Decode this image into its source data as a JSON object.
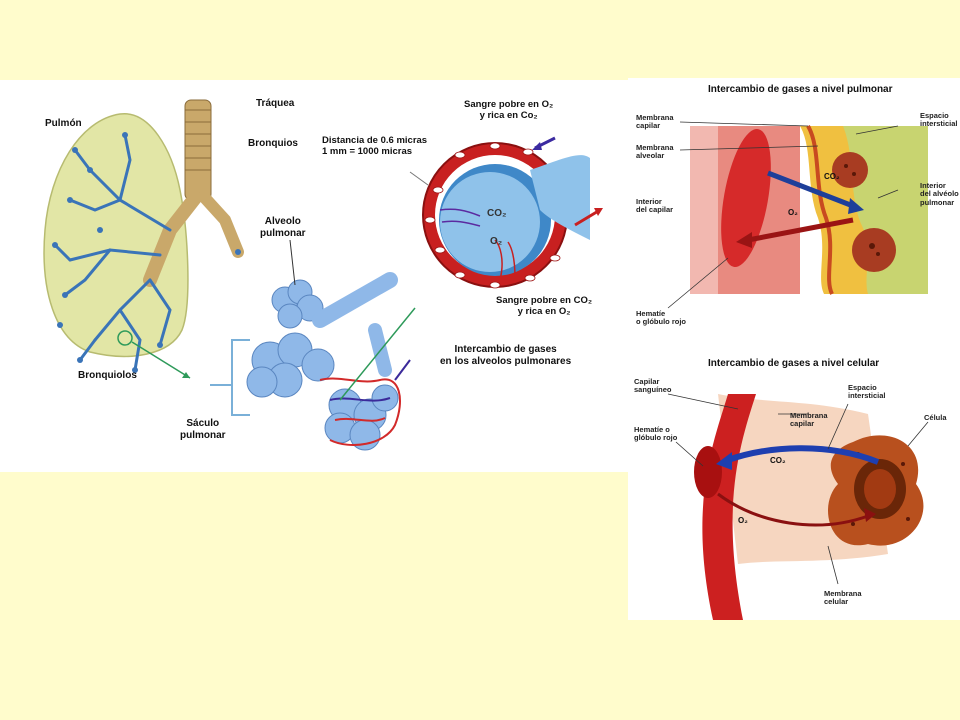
{
  "main": {
    "labels": {
      "pulmon": "Pulmón",
      "traquea": "Tráquea",
      "bronquios": "Bronquios",
      "bronquiolos": "Bronquiolos",
      "alveolo": "Alveolo\npulmonar",
      "saculo": "Sáculo\npulmonar",
      "distancia": "Distancia de 0.6 micras\n1 mm = 1000 micras",
      "sangre_top": "Sangre pobre en O₂\ny rica en Co₂",
      "sangre_bottom": "Sangre pobre en CO₂\ny rica en O₂",
      "co2": "CO₂",
      "o2": "O₂",
      "caption": "Intercambio de gases\nen los alveolos pulmonares"
    }
  },
  "pulmonar": {
    "title": "Intercambio de gases a nivel pulmonar",
    "labels": {
      "membrana_capilar": "Membrana\ncapilar",
      "membrana_alveolar": "Membrana\nalveolar",
      "interior_capilar": "Interior\ndel capilar",
      "hematie": "Hematíe\no glóbulo rojo",
      "espacio": "Espacio\nintersticial",
      "interior_alveolo": "Interior\ndel alvéolo\npulmonar",
      "co2": "CO₂",
      "o2": "O₂"
    }
  },
  "celular": {
    "title": "Intercambio de gases a nivel celular",
    "labels": {
      "capilar": "Capilar\nsanguíneo",
      "hematie": "Hematíe o\nglóbulo rojo",
      "membrana_capilar": "Membrana\ncapilar",
      "espacio": "Espacio\nintersticial",
      "celula": "Célula",
      "membrana_celular": "Membrana\ncelular",
      "co2": "CO₂",
      "o2": "O₂"
    }
  },
  "colors": {
    "background": "#fffccc",
    "bronchi": "#3a74b8",
    "trachea": "#c9a86a",
    "alveoli": "#8fb8e8",
    "blood": "#d22a2a",
    "co2_arrow": "#1e3f9a",
    "o2_arrow": "#9a1414"
  }
}
